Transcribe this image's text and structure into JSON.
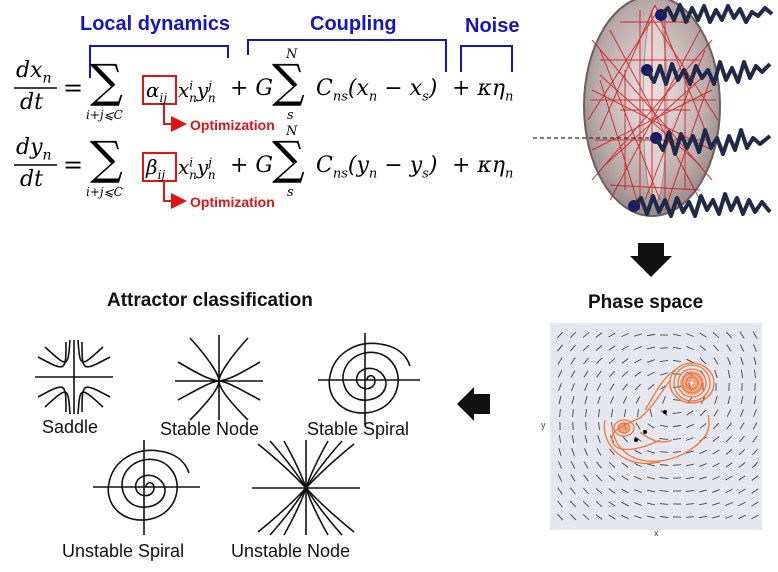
{
  "headers": {
    "local_dynamics": "Local dynamics",
    "coupling": "Coupling",
    "noise": "Noise"
  },
  "optimization_label": "Optimization",
  "equations": {
    "eq1": {
      "lhs_num": "dx",
      "lhs_sub": "n",
      "lhs_den": "dt",
      "sum_under": "i+j⩽C",
      "coef": "α",
      "coef_sub": "ij",
      "var1": "x",
      "var1_sup": "i",
      "var1_sub": "n",
      "var2": "y",
      "var2_sup": "j",
      "var2_sub": "n",
      "plus_g": "+ G",
      "sum2_top": "N",
      "sum2_bottom": "s",
      "coupling_term": "C",
      "coupling_sub": "ns",
      "paren": "(x",
      "paren_sub1": "n",
      "minus": " − x",
      "paren_sub2": "s",
      "paren_close": ")",
      "noise_term": "+ κη",
      "noise_sub": "n"
    },
    "eq2": {
      "lhs_num": "dy",
      "lhs_sub": "n",
      "lhs_den": "dt",
      "sum_under": "i+j⩽C",
      "coef": "β",
      "coef_sub": "ij",
      "var1": "x",
      "var1_sup": "i",
      "var1_sub": "n",
      "var2": "y",
      "var2_sup": "j",
      "var2_sub": "n",
      "plus_g": "+ G",
      "sum2_top": "N",
      "sum2_bottom": "s",
      "coupling_term": "C",
      "coupling_sub": "ns",
      "paren": "(y",
      "paren_sub1": "n",
      "minus": " − y",
      "paren_sub2": "s",
      "paren_close": ")",
      "noise_term": "+ κη",
      "noise_sub": "n"
    }
  },
  "sections": {
    "attractor_classification": "Attractor classification",
    "phase_space": "Phase space"
  },
  "attractors": [
    "Saddle",
    "Stable Node",
    "Stable Spiral",
    "Unstable Spiral",
    "Unstable Node"
  ],
  "phase_plot_axis_mark_x": "x",
  "phase_plot_axis_mark_y": "y",
  "colors": {
    "header_blue": "#1414c8",
    "optimization_red": "#e01414",
    "brain_edges": "#cc1a1a",
    "trajectory_orange": "#f07838",
    "signal_navy": "#1e2a48",
    "phase_bg": "#e6e6f0"
  }
}
